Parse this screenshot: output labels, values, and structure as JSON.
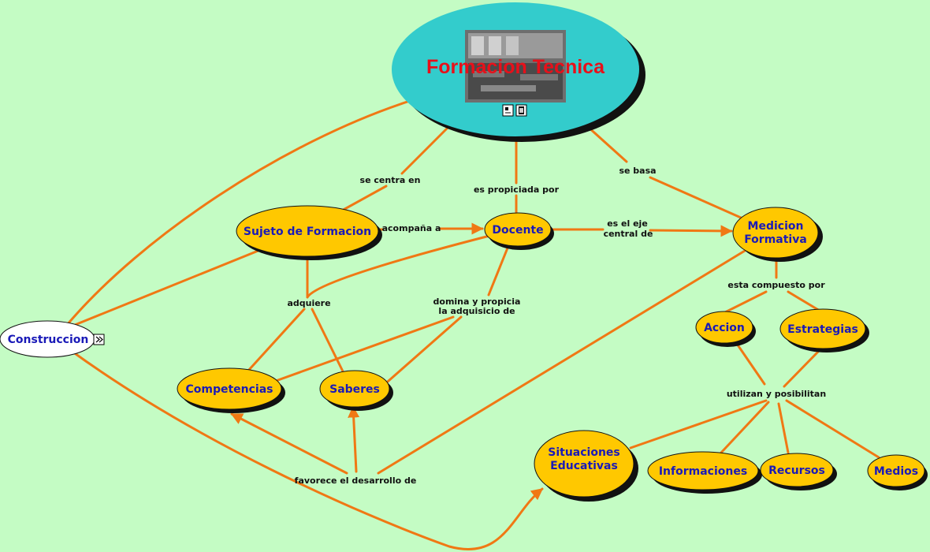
{
  "title": "Formacion Tecnica",
  "concepts": {
    "sujeto": "Sujeto de Formacion",
    "docente": "Docente",
    "medicion_1": "Medicion",
    "medicion_2": "Formativa",
    "construccion": "Construccion",
    "competencias": "Competencias",
    "saberes": "Saberes",
    "accion": "Accion",
    "estrategias": "Estrategias",
    "situaciones_1": "Situaciones",
    "situaciones_2": "Educativas",
    "informaciones": "Informaciones",
    "recursos": "Recursos",
    "medios": "Medios"
  },
  "links": {
    "se_centra_en": "se centra en",
    "es_propiciada_por": "es propiciada por",
    "se_basa": "se basa",
    "acompana_a": "acompaña a",
    "es_el_eje_1": "es el eje",
    "es_el_eje_2": "central de",
    "adquiere": "adquiere",
    "domina_1": "domina y propicia",
    "domina_2": "la adquisicio de",
    "esta_compuesto": "esta compuesto por",
    "utilizan": "utilizan y posibilitan",
    "favorece": "favorece el desarrollo de"
  },
  "colors": {
    "background": "#c4fcc4",
    "concept_fill": "#ffc800",
    "title_fill": "#33cccc",
    "edge": "#f07814",
    "concept_text": "#1a1ab8",
    "title_text": "#e8101a"
  },
  "icons": [
    "expand-arrows-icon",
    "document-icon",
    "film-icon"
  ]
}
